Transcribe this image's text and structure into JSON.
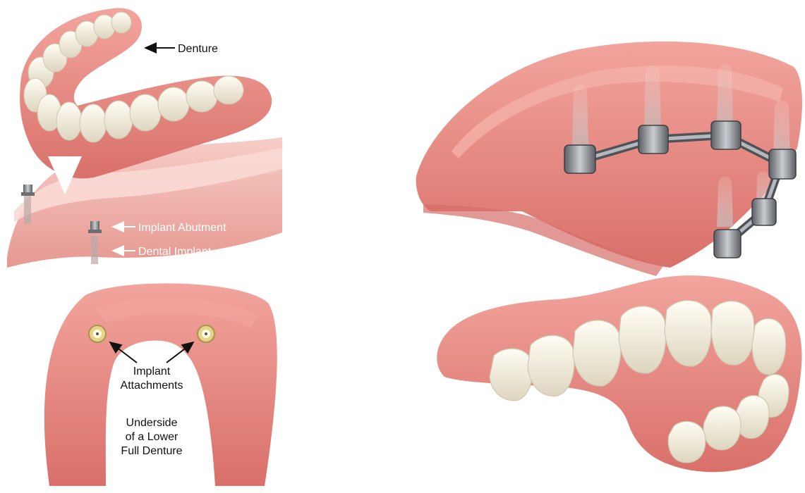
{
  "labels": {
    "denture": "Denture",
    "implant_abutment": "Implant Abutment",
    "dental_implant": "Dental Implant",
    "implant_attachments_line1": "Implant",
    "implant_attachments_line2": "Attachments",
    "underside_line1": "Underside",
    "underside_line2": "of a Lower",
    "underside_line3": "Full Denture"
  },
  "colors": {
    "gum": "#e8857e",
    "gum_dark": "#c95f5a",
    "gum_light": "#f4b2aa",
    "tooth": "#f7f3e6",
    "tooth_shadow": "#d9d2bd",
    "metal": "#8e9296",
    "metal_dark": "#4f5357"
  }
}
